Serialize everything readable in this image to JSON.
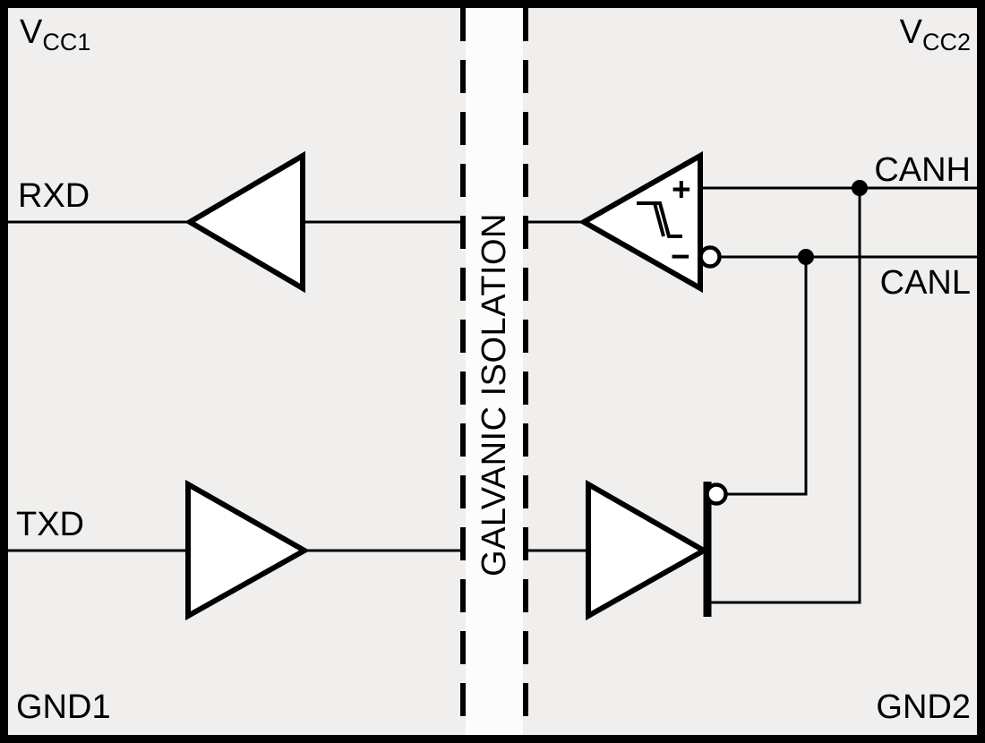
{
  "title": "Isolated CAN transceiver functional block diagram",
  "colors": {
    "background": "#f0efee",
    "isolation_strip": "#fcfcfc",
    "symbol_fill": "#ffffff",
    "line": "#000000",
    "text": "#000000"
  },
  "labels": {
    "vcc1_main": "V",
    "vcc1_sub": "CC1",
    "vcc2_main": "V",
    "vcc2_sub": "CC2",
    "rxd": "RXD",
    "txd": "TXD",
    "gnd1": "GND1",
    "gnd2": "GND2",
    "canh": "CANH",
    "canl": "CANL",
    "isolation": "GALVANIC ISOLATION",
    "comparator_plus": "+",
    "comparator_minus": "−"
  }
}
